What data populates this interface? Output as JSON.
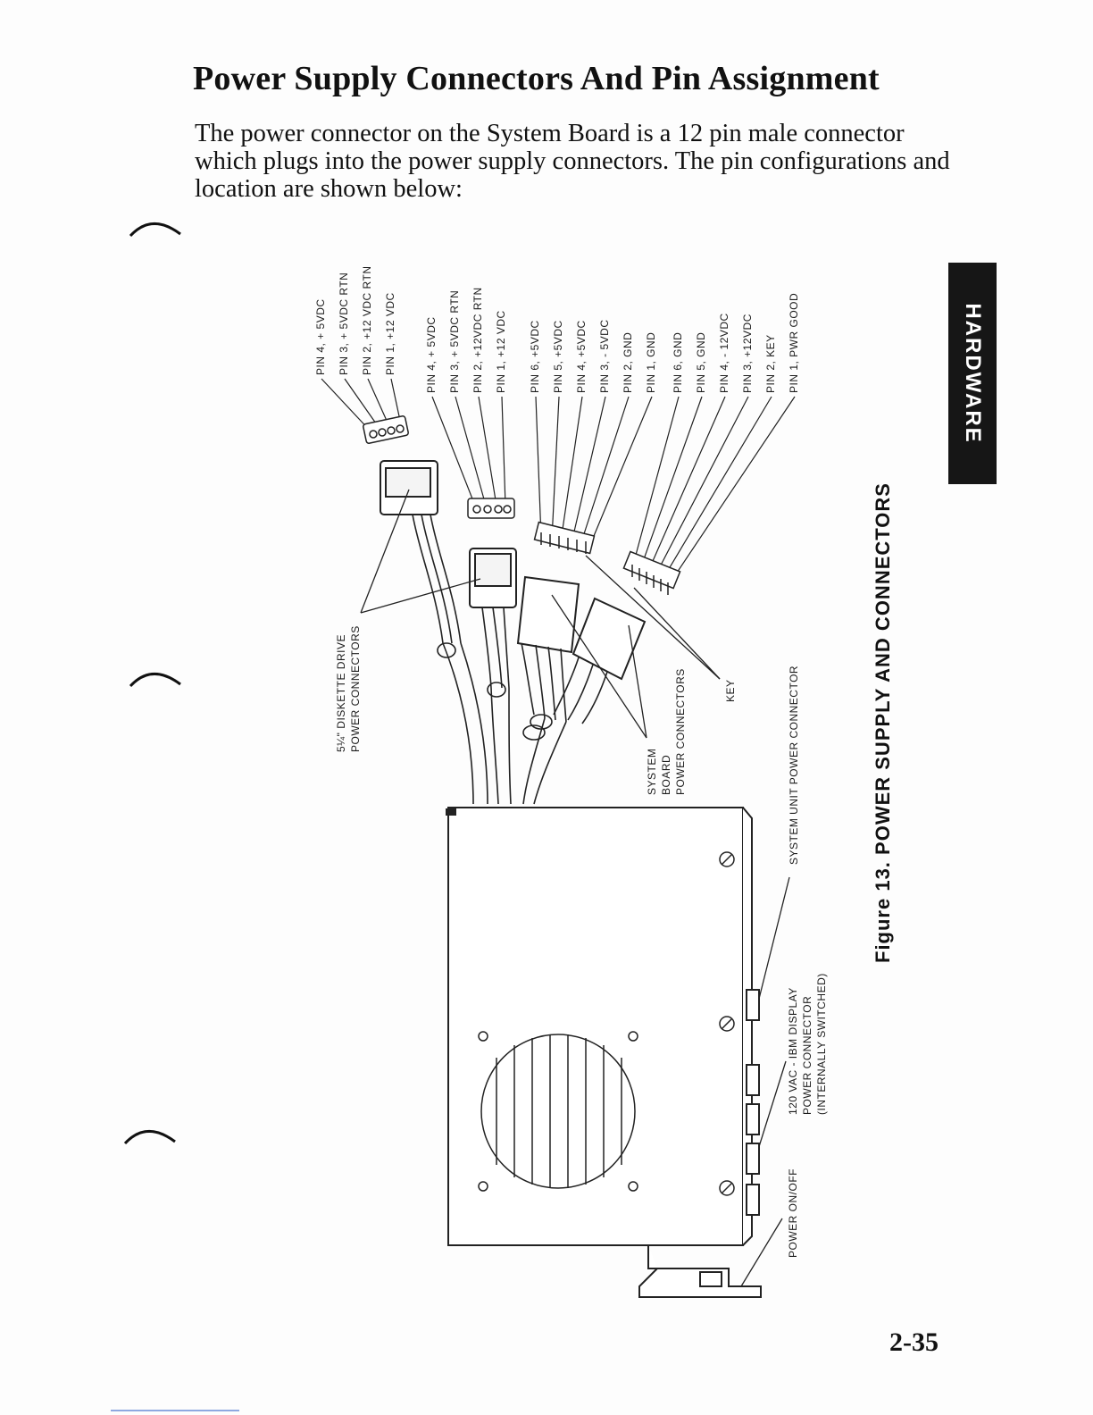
{
  "page": {
    "title": "Power Supply Connectors And Pin Assignment",
    "intro": "The power connector on the System Board is a 12 pin male connector which plugs into the power supply connectors. The pin configurations and location are shown below:",
    "side_tab": "HARDWARE",
    "page_number": "2-35"
  },
  "figure": {
    "caption": "Figure 13. POWER SUPPLY AND CONNECTORS",
    "drive_connector_a_pins": [
      "PIN 4, + 5VDC",
      "PIN 3, + 5VDC RTN",
      "PIN 2, +12 VDC RTN",
      "PIN 1, +12 VDC"
    ],
    "drive_connector_b_pins": [
      "PIN 4, + 5VDC",
      "PIN 3, + 5VDC RTN",
      "PIN 2, +12VDC RTN",
      "PIN 1, +12 VDC"
    ],
    "board_connector_a_pins": [
      "PIN 6, +5VDC",
      "PIN 5, +5VDC",
      "PIN 4, +5VDC",
      "PIN 3, - 5VDC",
      "PIN 2, GND",
      "PIN 1, GND"
    ],
    "board_connector_b_pins": [
      "PIN 6, GND",
      "PIN 5, GND",
      "PIN 4, - 12VDC",
      "PIN 3, +12VDC",
      "PIN 2, KEY",
      "PIN 1, PWR GOOD"
    ],
    "diskette_label": [
      "5¼\" DISKETTE DRIVE",
      "POWER CONNECTORS"
    ],
    "system_board_label": [
      "SYSTEM",
      "BOARD",
      "POWER CONNECTORS"
    ],
    "key_label": "KEY",
    "system_unit_label": "SYSTEM UNIT POWER CONNECTOR",
    "display_label": [
      "120 VAC - IBM DISPLAY",
      "POWER CONNECTOR",
      "(INTERNALLY SWITCHED)"
    ],
    "power_switch_label": "POWER ON/OFF"
  }
}
